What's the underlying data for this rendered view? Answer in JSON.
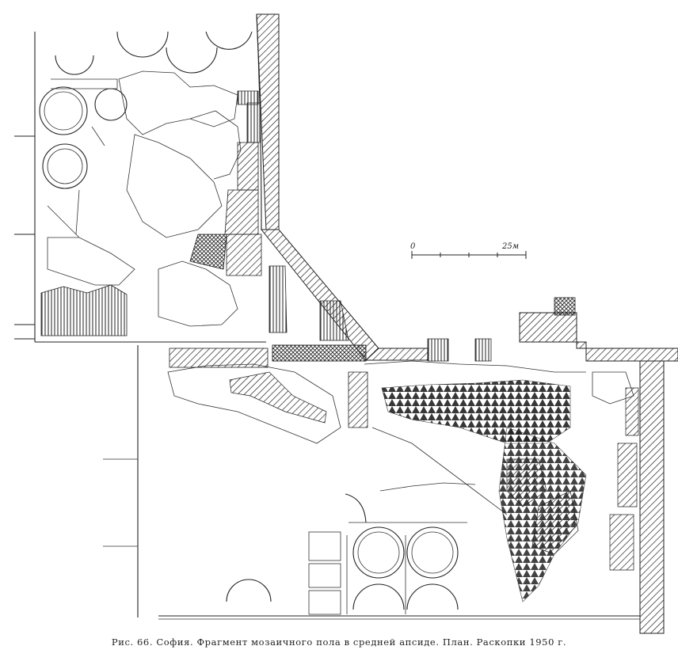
{
  "caption": "Рис. 66. София. Фрагмент мозаичного пола в средней апсиде. План. Раскопки 1950 г.",
  "scale_bar": {
    "start_label": "0",
    "end_label": "25м"
  },
  "colors": {
    "ink": "#222222",
    "paper": "#ffffff"
  }
}
